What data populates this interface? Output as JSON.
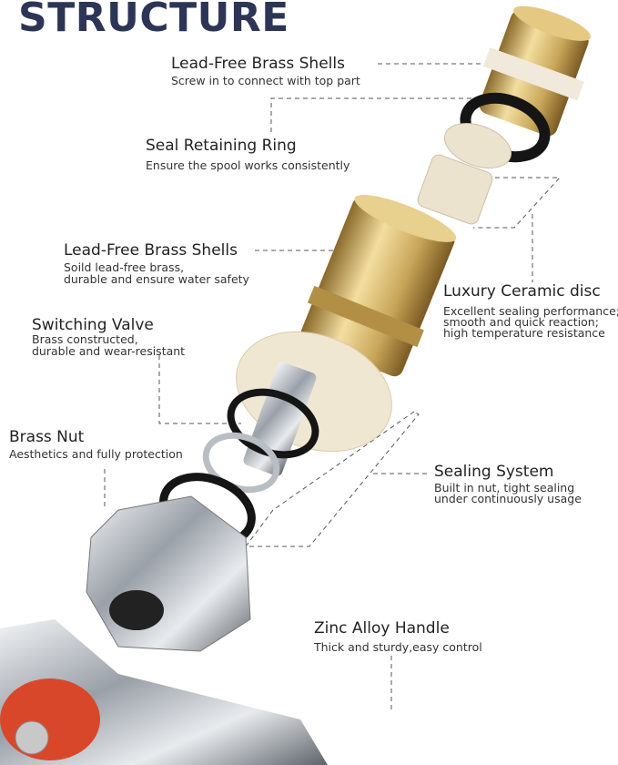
{
  "title": "STRUCTURE",
  "callouts": [
    {
      "heading": "Lead-Free Brass Shells",
      "desc": [
        "Screw in to connect with top part"
      ]
    },
    {
      "heading": "Seal Retaining Ring",
      "desc": [
        "Ensure the spool works consistently"
      ]
    },
    {
      "heading": "Lead-Free Brass Shells",
      "desc": [
        "Soild lead-free brass,",
        "durable and ensure water safety"
      ]
    },
    {
      "heading": "Luxury Ceramic disc",
      "desc": [
        "Excellent sealing performance;",
        "smooth and quick reaction;",
        "high temperature resistance"
      ]
    },
    {
      "heading": "Switching Valve",
      "desc": [
        "Brass constructed,",
        "durable and wear-resistant"
      ]
    },
    {
      "heading": "Brass Nut",
      "desc": [
        "Aesthetics and fully protection"
      ]
    },
    {
      "heading": "Sealing System",
      "desc": [
        "Built in nut, tight sealing",
        "under continuously usage"
      ]
    },
    {
      "heading": "Zinc Alloy Handle",
      "desc": [
        "Thick and sturdy,easy control"
      ]
    }
  ],
  "colors": {
    "title": "#2d3557",
    "brass": "#c9a75a",
    "ceramic": "#efe6d2",
    "rubber": "#1a1a1a",
    "chrome": "#b9bec4",
    "handle_accent": "#d9472b"
  }
}
